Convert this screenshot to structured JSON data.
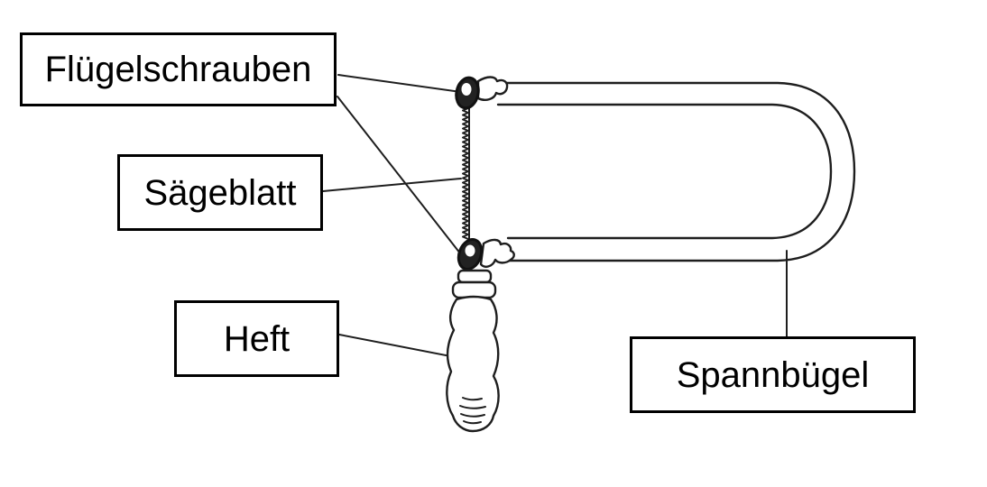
{
  "labels": {
    "fluegelschrauben": "Flügelschrauben",
    "saegeblatt": "Sägeblatt",
    "heft": "Heft",
    "spannbuegel": "Spannbügel"
  },
  "colors": {
    "ink": "#1e1e1e",
    "label_border": "#000000",
    "label_background": "#ffffff",
    "label_text": "#000000",
    "page_background": "#ffffff"
  }
}
